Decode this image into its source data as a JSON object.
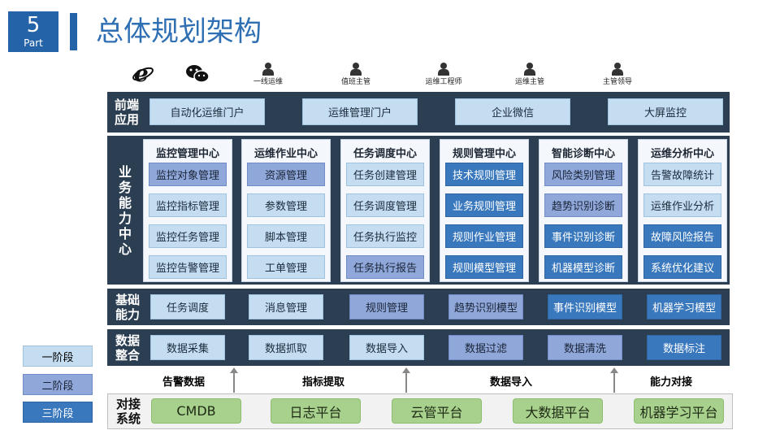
{
  "header": {
    "part_num": "5",
    "part_label": "Part",
    "title": "总体规划架构"
  },
  "roles": [
    "一线运维",
    "值班主管",
    "运维工程师",
    "运维主管",
    "主管领导"
  ],
  "frontend": {
    "label": "前端\n应用",
    "items": [
      "自动化运维门户",
      "运维管理门户",
      "企业微信",
      "大屏监控"
    ]
  },
  "business": {
    "label": "业\n务\n能\n力\n中\n心",
    "columns": [
      {
        "title": "监控管理中心",
        "items": [
          "监控对象管理",
          "监控指标管理",
          "监控任务管理",
          "监控告警管理"
        ],
        "stages": [
          2,
          1,
          1,
          1
        ]
      },
      {
        "title": "运维作业中心",
        "items": [
          "资源管理",
          "参数管理",
          "脚本管理",
          "工单管理"
        ],
        "stages": [
          2,
          1,
          1,
          1
        ]
      },
      {
        "title": "任务调度中心",
        "items": [
          "任务创建管理",
          "任务调度管理",
          "任务执行监控",
          "任务执行报告"
        ],
        "stages": [
          1,
          1,
          1,
          2
        ]
      },
      {
        "title": "规则管理中心",
        "items": [
          "技术规则管理",
          "业务规则管理",
          "规则作业管理",
          "规则模型管理"
        ],
        "stages": [
          3,
          3,
          3,
          3
        ]
      },
      {
        "title": "智能诊断中心",
        "items": [
          "风险类别管理",
          "趋势识别诊断",
          "事件识别诊断",
          "机器模型诊断"
        ],
        "stages": [
          2,
          2,
          3,
          3
        ]
      },
      {
        "title": "运维分析中心",
        "items": [
          "告警故障统计",
          "运维作业分析",
          "故障风险报告",
          "系统优化建议"
        ],
        "stages": [
          1,
          1,
          3,
          3
        ]
      }
    ]
  },
  "base": {
    "label": "基础\n能力",
    "items": [
      "任务调度",
      "消息管理",
      "规则管理",
      "趋势识别模型",
      "事件识别模型",
      "机器学习模型"
    ],
    "stages": [
      1,
      1,
      2,
      2,
      3,
      3
    ]
  },
  "data_int": {
    "label": "数据\n整合",
    "items": [
      "数据采集",
      "数据抓取",
      "数据导入",
      "数据过滤",
      "数据清洗",
      "数据标注"
    ],
    "stages": [
      1,
      1,
      1,
      2,
      2,
      3
    ]
  },
  "flows": [
    "告警数据",
    "指标提取",
    "数据导入",
    "能力对接"
  ],
  "ext": {
    "label": "对接\n系统",
    "items": [
      "CMDB",
      "日志平台",
      "云管平台",
      "大数据平台",
      "机器学习平台"
    ]
  },
  "legend": [
    "一阶段",
    "二阶段",
    "三阶段"
  ],
  "colors": {
    "stage1": "#c4ddf0",
    "stage2": "#8fa7d9",
    "stage3": "#3a78bd",
    "dark": "#2c3e52",
    "green": "#a9d18e"
  }
}
